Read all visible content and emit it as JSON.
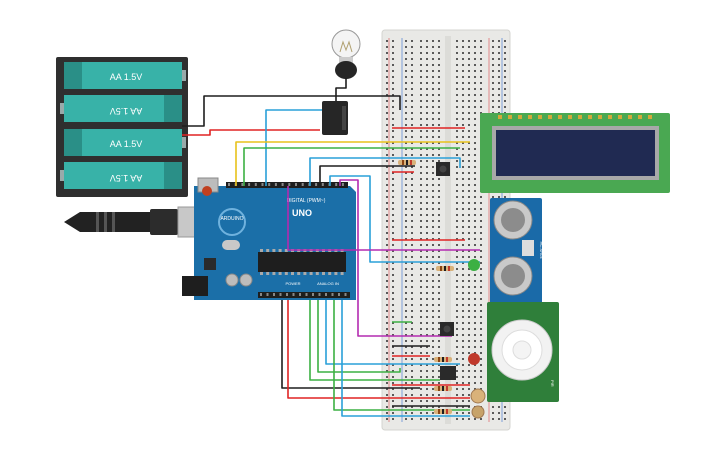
{
  "battery_pack": {
    "cells": [
      {
        "label": "AA 1.5V",
        "flipped": false
      },
      {
        "label": "AA 1.5V",
        "flipped": true
      },
      {
        "label": "AA 1.5V",
        "flipped": false
      },
      {
        "label": "AA 1.5V",
        "flipped": true
      }
    ]
  },
  "arduino": {
    "model": "UNO",
    "brand": "ARDUINO",
    "digital_header": "DIGITAL (PWM~)",
    "power_header": "POWER",
    "analog_header": "ANALOG IN",
    "board_color": "#1b6fa8"
  },
  "ultrasonic": {
    "label": "HC-SR04"
  },
  "pir": {
    "label": "PIR"
  },
  "colors": {
    "breadboard": "#e9e9e6",
    "lcd_pcb": "#4aa852",
    "lcd_screen": "#202a52",
    "wire_red": "#e02424",
    "wire_black": "#1e1e1e",
    "wire_blue": "#2aa0d8",
    "wire_green": "#3cb043",
    "wire_yellow": "#e8c21c",
    "wire_magenta": "#b42bb0",
    "battery_teal": "#38b2a8"
  }
}
